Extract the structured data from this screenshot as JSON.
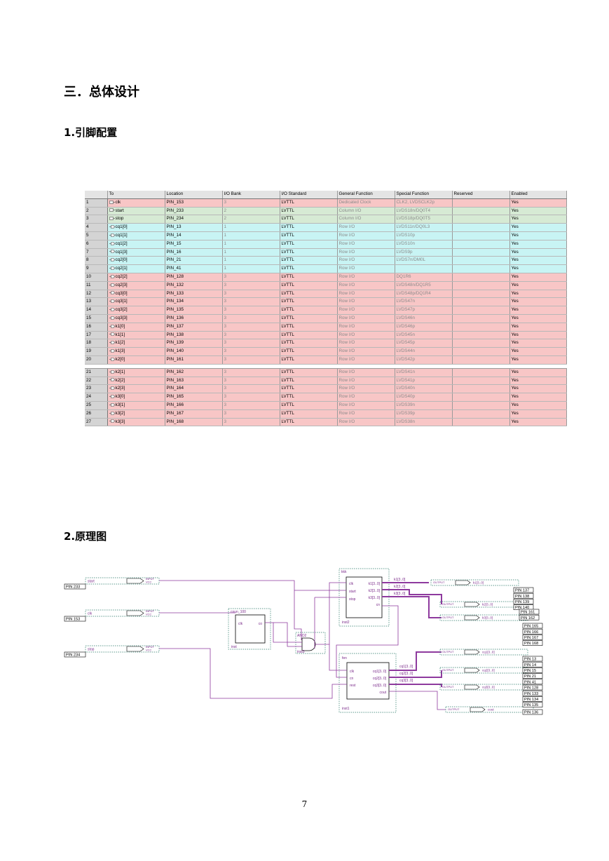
{
  "headings": {
    "main": "三．总体设计",
    "pin_config": "1.引脚配置",
    "schematic": "2.原理图"
  },
  "page_number": "7",
  "pin_table": {
    "columns": [
      "To",
      "Location",
      "I/O Bank",
      "I/O Standard",
      "General Function",
      "Special Function",
      "Reserved",
      "Enabled"
    ],
    "rows": [
      {
        "n": "1",
        "to": "clk",
        "location": "PIN_153",
        "bank": "3",
        "std": "LVTTL",
        "gen": "Dedicated Clock",
        "special": "CLK2, LVDSCLK2p",
        "reserved": "",
        "enabled": "Yes",
        "color": "red",
        "dir": "in"
      },
      {
        "n": "2",
        "to": "start",
        "location": "PIN_233",
        "bank": "2",
        "std": "LVTTL",
        "gen": "Column I/O",
        "special": "LVDS18n/DQ0T4",
        "reserved": "",
        "enabled": "Yes",
        "color": "green",
        "dir": "in"
      },
      {
        "n": "3",
        "to": "stop",
        "location": "PIN_234",
        "bank": "2",
        "std": "LVTTL",
        "gen": "Column I/O",
        "special": "LVDS18p/DQ0T5",
        "reserved": "",
        "enabled": "Yes",
        "color": "green",
        "dir": "in"
      },
      {
        "n": "4",
        "to": "cq1[0]",
        "location": "PIN_13",
        "bank": "1",
        "std": "LVTTL",
        "gen": "Row I/O",
        "special": "LVDS11n/DQ0L3",
        "reserved": "",
        "enabled": "Yes",
        "color": "cyan",
        "dir": "out"
      },
      {
        "n": "5",
        "to": "cq1[1]",
        "location": "PIN_14",
        "bank": "1",
        "std": "LVTTL",
        "gen": "Row I/O",
        "special": "LVDS10p",
        "reserved": "",
        "enabled": "Yes",
        "color": "cyan",
        "dir": "out"
      },
      {
        "n": "6",
        "to": "cq1[2]",
        "location": "PIN_15",
        "bank": "1",
        "std": "LVTTL",
        "gen": "Row I/O",
        "special": "LVDS10n",
        "reserved": "",
        "enabled": "Yes",
        "color": "cyan",
        "dir": "out"
      },
      {
        "n": "7",
        "to": "cq1[3]",
        "location": "PIN_16",
        "bank": "1",
        "std": "LVTTL",
        "gen": "Row I/O",
        "special": "LVDS9p",
        "reserved": "",
        "enabled": "Yes",
        "color": "cyan",
        "dir": "out"
      },
      {
        "n": "8",
        "to": "cq2[0]",
        "location": "PIN_21",
        "bank": "1",
        "std": "LVTTL",
        "gen": "Row I/O",
        "special": "LVDS7n/DM0L",
        "reserved": "",
        "enabled": "Yes",
        "color": "cyan",
        "dir": "out"
      },
      {
        "n": "9",
        "to": "cq2[1]",
        "location": "PIN_41",
        "bank": "1",
        "std": "LVTTL",
        "gen": "Row I/O",
        "special": "",
        "reserved": "",
        "enabled": "Yes",
        "color": "cyan",
        "dir": "out"
      },
      {
        "n": "10",
        "to": "cq2[2]",
        "location": "PIN_128",
        "bank": "3",
        "std": "LVTTL",
        "gen": "Row I/O",
        "special": "DQ1R6",
        "reserved": "",
        "enabled": "Yes",
        "color": "red",
        "dir": "out"
      },
      {
        "n": "11",
        "to": "cq2[3]",
        "location": "PIN_132",
        "bank": "3",
        "std": "LVTTL",
        "gen": "Row I/O",
        "special": "LVDS48n/DQ1R5",
        "reserved": "",
        "enabled": "Yes",
        "color": "red",
        "dir": "out"
      },
      {
        "n": "12",
        "to": "cq3[0]",
        "location": "PIN_133",
        "bank": "3",
        "std": "LVTTL",
        "gen": "Row I/O",
        "special": "LVDS48p/DQ1R4",
        "reserved": "",
        "enabled": "Yes",
        "color": "red",
        "dir": "out"
      },
      {
        "n": "13",
        "to": "cq3[1]",
        "location": "PIN_134",
        "bank": "3",
        "std": "LVTTL",
        "gen": "Row I/O",
        "special": "LVDS47n",
        "reserved": "",
        "enabled": "Yes",
        "color": "red",
        "dir": "out"
      },
      {
        "n": "14",
        "to": "cq3[2]",
        "location": "PIN_135",
        "bank": "3",
        "std": "LVTTL",
        "gen": "Row I/O",
        "special": "LVDS47p",
        "reserved": "",
        "enabled": "Yes",
        "color": "red",
        "dir": "out"
      },
      {
        "n": "15",
        "to": "cq3[3]",
        "location": "PIN_136",
        "bank": "3",
        "std": "LVTTL",
        "gen": "Row I/O",
        "special": "LVDS46n",
        "reserved": "",
        "enabled": "Yes",
        "color": "red",
        "dir": "out"
      },
      {
        "n": "16",
        "to": "k1[0]",
        "location": "PIN_137",
        "bank": "3",
        "std": "LVTTL",
        "gen": "Row I/O",
        "special": "LVDS46p",
        "reserved": "",
        "enabled": "Yes",
        "color": "red",
        "dir": "out"
      },
      {
        "n": "17",
        "to": "k1[1]",
        "location": "PIN_138",
        "bank": "3",
        "std": "LVTTL",
        "gen": "Row I/O",
        "special": "LVDS45n",
        "reserved": "",
        "enabled": "Yes",
        "color": "red",
        "dir": "out"
      },
      {
        "n": "18",
        "to": "k1[2]",
        "location": "PIN_139",
        "bank": "3",
        "std": "LVTTL",
        "gen": "Row I/O",
        "special": "LVDS45p",
        "reserved": "",
        "enabled": "Yes",
        "color": "red",
        "dir": "out"
      },
      {
        "n": "19",
        "to": "k1[3]",
        "location": "PIN_140",
        "bank": "3",
        "std": "LVTTL",
        "gen": "Row I/O",
        "special": "LVDS44n",
        "reserved": "",
        "enabled": "Yes",
        "color": "red",
        "dir": "out"
      },
      {
        "n": "20",
        "to": "k2[0]",
        "location": "PIN_161",
        "bank": "3",
        "std": "LVTTL",
        "gen": "Row I/O",
        "special": "LVDS42p",
        "reserved": "",
        "enabled": "Yes",
        "color": "red",
        "dir": "out"
      },
      {
        "sep": true
      },
      {
        "n": "21",
        "to": "k2[1]",
        "location": "PIN_162",
        "bank": "3",
        "std": "LVTTL",
        "gen": "Row I/O",
        "special": "LVDS41n",
        "reserved": "",
        "enabled": "Yes",
        "color": "red",
        "dir": "out"
      },
      {
        "n": "22",
        "to": "k2[2]",
        "location": "PIN_163",
        "bank": "3",
        "std": "LVTTL",
        "gen": "Row I/O",
        "special": "LVDS41p",
        "reserved": "",
        "enabled": "Yes",
        "color": "red",
        "dir": "out"
      },
      {
        "n": "23",
        "to": "k2[3]",
        "location": "PIN_164",
        "bank": "3",
        "std": "LVTTL",
        "gen": "Row I/O",
        "special": "LVDS40n",
        "reserved": "",
        "enabled": "Yes",
        "color": "red",
        "dir": "out"
      },
      {
        "n": "24",
        "to": "k3[0]",
        "location": "PIN_165",
        "bank": "3",
        "std": "LVTTL",
        "gen": "Row I/O",
        "special": "LVDS40p",
        "reserved": "",
        "enabled": "Yes",
        "color": "red",
        "dir": "out"
      },
      {
        "n": "25",
        "to": "k3[1]",
        "location": "PIN_166",
        "bank": "3",
        "std": "LVTTL",
        "gen": "Row I/O",
        "special": "LVDS39n",
        "reserved": "",
        "enabled": "Yes",
        "color": "red",
        "dir": "out"
      },
      {
        "n": "26",
        "to": "k3[2]",
        "location": "PIN_167",
        "bank": "3",
        "std": "LVTTL",
        "gen": "Row I/O",
        "special": "LVDS39p",
        "reserved": "",
        "enabled": "Yes",
        "color": "red",
        "dir": "out"
      },
      {
        "n": "27",
        "to": "k3[3]",
        "location": "PIN_168",
        "bank": "3",
        "std": "LVTTL",
        "gen": "Row I/O",
        "special": "LVDS38n",
        "reserved": "",
        "enabled": "Yes",
        "color": "red",
        "dir": "out"
      }
    ]
  },
  "schematic": {
    "colors": {
      "wire": "#8e3a9e",
      "label": "#7a2a8a",
      "dash": "#2a7a6a",
      "pin": "#000000"
    },
    "input_pins": [
      {
        "pin": "PIN_233",
        "signal": "start",
        "label": "INPUT\nVCC"
      },
      {
        "pin": "PIN_153",
        "signal": "clk",
        "label": "INPUT\nVCC"
      },
      {
        "pin": "PIN_234",
        "signal": "stop",
        "label": "INPUT\nVCC"
      }
    ],
    "blocks": {
      "coun": {
        "title": "coun_100",
        "ports_in": [
          "clk"
        ],
        "ports_out": [
          "co"
        ],
        "inst": "inst"
      },
      "and_gate": {
        "title": "AND2",
        "inst": "inst3"
      },
      "kkk": {
        "title": "kkk",
        "ports_in": [
          "clk",
          "start",
          "stop"
        ],
        "ports_out": [
          "k1[3..0]",
          "k2[3..0]",
          "k3[3..0]",
          "cn"
        ],
        "inst": "inst2"
      },
      "fen": {
        "title": "fen",
        "ports_in": [
          "clk",
          "cn",
          "rest"
        ],
        "ports_out": [
          "cq1[3..0]",
          "cq2[3..0]",
          "cq3[3..0]",
          "cout"
        ],
        "inst": "inst1"
      }
    },
    "wire_labels": [
      "k1[3..0]",
      "k2[3..0]",
      "k3[3..0]",
      "cq1[3..0]",
      "cq2[3..0]",
      "cq3[3..0]"
    ],
    "output_ports": [
      {
        "name": "k1[3..0]",
        "label": "OUTPUT"
      },
      {
        "name": "k2[3..0]",
        "label": "OUTPUT"
      },
      {
        "name": "k3[3..0]",
        "label": "OUTPUT"
      },
      {
        "name": "cq1[3..0]",
        "label": "OUTPUT"
      },
      {
        "name": "cq2[3..0]",
        "label": "OUTPUT"
      },
      {
        "name": "cq3[3..0]",
        "label": "OUTPUT"
      },
      {
        "name": "cout",
        "label": "OUTPUT"
      }
    ],
    "output_pins": {
      "k1": [
        "PIN_137",
        "PIN_138",
        "PIN_139",
        "PIN_140"
      ],
      "k2": [
        "PIN_161",
        "PIN_162"
      ],
      "k3": [
        "PIN_165",
        "PIN_166",
        "PIN_167",
        "PIN_168"
      ],
      "cq1": [
        "PIN_13",
        "PIN_14",
        "PIN_15",
        "PIN_21",
        "PIN_41"
      ],
      "cq2": [
        "PIN_128",
        "PIN_133",
        "PIN_134",
        "PIN_135"
      ],
      "cq3": [
        "PIN_136"
      ]
    }
  }
}
